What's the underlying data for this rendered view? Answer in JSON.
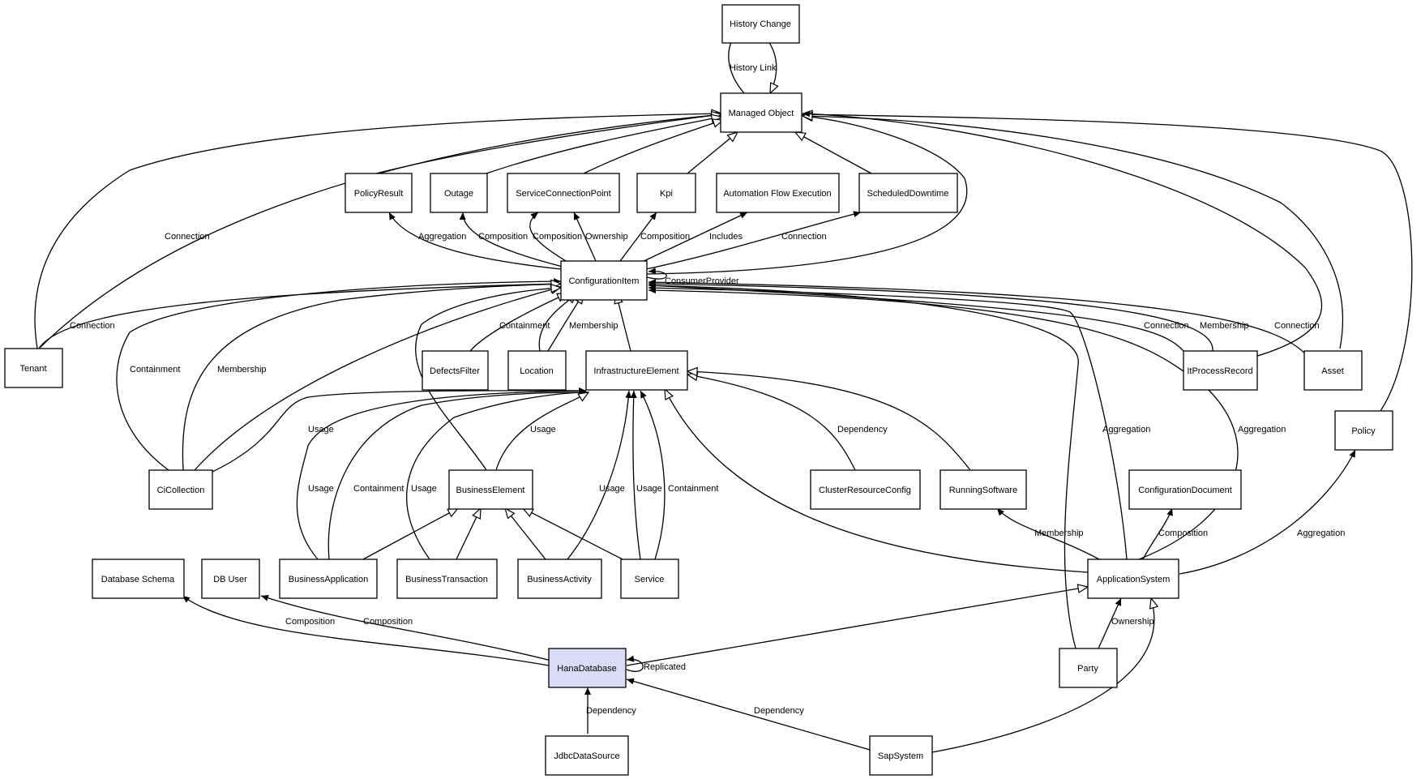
{
  "nodes": {
    "history_change": "History Change",
    "managed_object": "Managed Object",
    "policy_result": "PolicyResult",
    "outage": "Outage",
    "service_connection_point": "ServiceConnectionPoint",
    "kpi": "Kpi",
    "automation_flow_execution": "Automation Flow Execution",
    "scheduled_downtime": "ScheduledDowntime",
    "configuration_item": "ConfigurationItem",
    "tenant": "Tenant",
    "defects_filter": "DefectsFilter",
    "location": "Location",
    "infrastructure_element": "InfrastructureElement",
    "it_process_record": "ItProcessRecord",
    "asset": "Asset",
    "policy": "Policy",
    "ci_collection": "CiCollection",
    "business_element": "BusinessElement",
    "cluster_resource_config": "ClusterResourceConfig",
    "running_software": "RunningSoftware",
    "configuration_document": "ConfigurationDocument",
    "database_schema": "Database Schema",
    "db_user": "DB User",
    "business_application": "BusinessApplication",
    "business_transaction": "BusinessTransaction",
    "business_activity": "BusinessActivity",
    "service": "Service",
    "application_system": "ApplicationSystem",
    "hana_database": "HanaDatabase",
    "party": "Party",
    "jdbc_data_source": "JdbcDataSource",
    "sap_system": "SapSystem"
  },
  "edge_labels": {
    "history_link": "History Link",
    "tenant_mo_connection": "Connection",
    "ci_policyresult": "Aggregation",
    "ci_outage": "Composition",
    "ci_scp_composition": "Composition",
    "ci_scp_ownership": "Ownership",
    "ci_kpi": "Composition",
    "ci_automation": "Includes",
    "ci_downtime": "Connection",
    "ci_self": "ConsumerProvider",
    "tenant_ci_connection": "Connection",
    "collection_containment": "Containment",
    "collection_membership": "Membership",
    "defects_containment": "Containment",
    "location_membership": "Membership",
    "itprocess_connection": "Connection",
    "itprocess_membership": "Membership",
    "asset_connection": "Connection",
    "collection_usage": "Usage",
    "bizelement_usage": "Usage",
    "cluster_dependency": "Dependency",
    "appsys_ci_aggregation": "Aggregation",
    "appsys_ci_aggregation2": "Aggregation",
    "bizapp_usage": "Usage",
    "bizapp_containment": "Containment",
    "biztrans_usage": "Usage",
    "bizact_usage": "Usage",
    "service_usage": "Usage",
    "service_containment": "Containment",
    "appsys_running_membership": "Membership",
    "appsys_doc_composition": "Composition",
    "appsys_policy_aggregation": "Aggregation",
    "hana_schema_composition": "Composition",
    "hana_dbuser_composition": "Composition",
    "hana_replicated": "Replicated",
    "party_ownership": "Ownership",
    "jdbc_dependency": "Dependency",
    "sap_dependency": "Dependency"
  }
}
